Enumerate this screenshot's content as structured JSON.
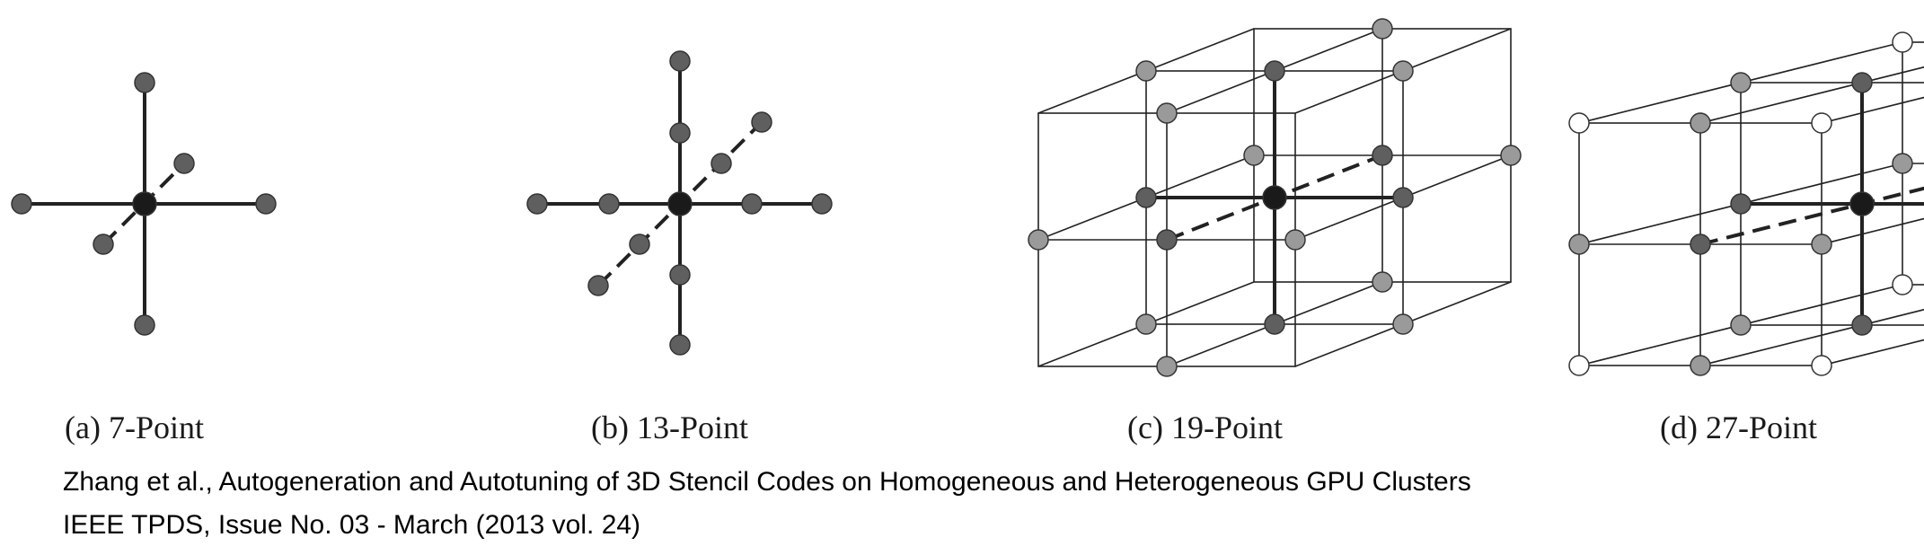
{
  "figure": {
    "panels": [
      {
        "id": "a",
        "caption": "(a)  7-Point"
      },
      {
        "id": "b",
        "caption": "(b)  13-Point"
      },
      {
        "id": "c",
        "caption": "(c)  19-Point"
      },
      {
        "id": "d",
        "caption": "(d)  27-Point"
      }
    ]
  },
  "citation": {
    "line1": "Zhang et al., Autogeneration and Autotuning of 3D Stencil Codes on Homogeneous and Heterogeneous GPU Clusters",
    "line2": "IEEE TPDS, Issue No. 03 - March (2013 vol. 24)"
  },
  "colors": {
    "center_point": "#1a1a1a",
    "dark_point": "#5f5f5f",
    "light_point": "#9a9a9a",
    "empty_point": "#ffffff",
    "line": "#222222"
  }
}
